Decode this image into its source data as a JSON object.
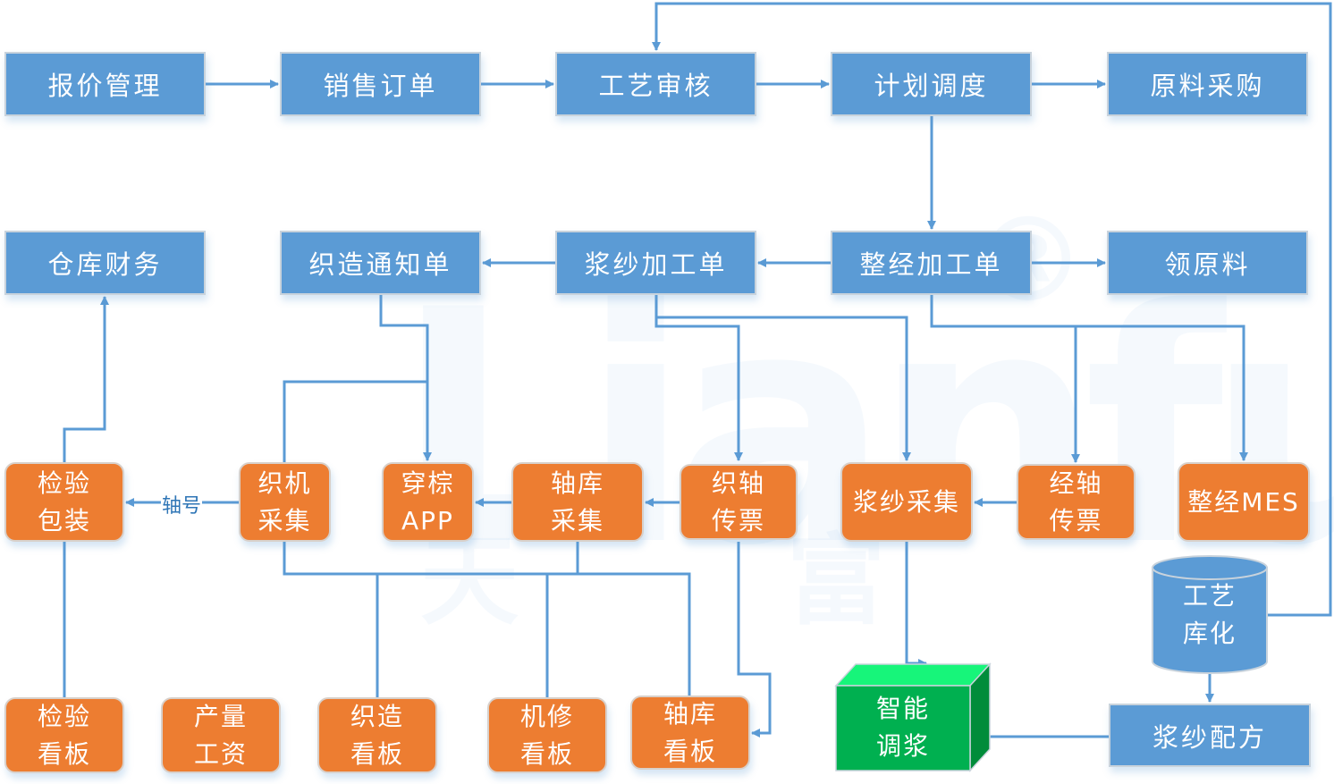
{
  "colors": {
    "process_blue": "#5b9bd5",
    "collection_orange": "#ed7d31",
    "smart_green": "#00b050",
    "connector": "#5b9bd5"
  },
  "watermark": {
    "brand": "Lianfu",
    "registered_mark": "®",
    "chars": [
      "天",
      "富"
    ]
  },
  "nodes": {
    "quote_mgmt": "报价管理",
    "sales_order": "销售订单",
    "process_review": "工艺审核",
    "plan_schedule": "计划调度",
    "material_purchase": "原料采购",
    "warehouse_finance": "仓库财务",
    "weaving_notice": "织造通知单",
    "sizing_order": "浆纱加工单",
    "warping_order": "整经加工单",
    "material_pick": "领原料",
    "inspect_pack": "检验\n包装",
    "loom_collect": "织机\n采集",
    "drawing_in_app": "穿棕\nAPP",
    "beam_store_collect": "轴库\n采集",
    "weave_beam_ticket": "织轴\n传票",
    "sizing_collect": "浆纱采集",
    "warp_beam_ticket": "经轴\n传票",
    "warping_mes": "整经MES",
    "inspect_board": "检验\n看板",
    "output_wage": "产量\n工资",
    "weaving_board": "织造\n看板",
    "repair_board": "机修\n看板",
    "beam_store_board": "轴库\n看板",
    "smart_sizing": "智能\n调浆",
    "process_library": "工艺\n库化",
    "sizing_recipe": "浆纱配方"
  },
  "edge_labels": {
    "beam_number": "轴号"
  },
  "edges": [
    {
      "from": "quote_mgmt",
      "to": "sales_order"
    },
    {
      "from": "sales_order",
      "to": "process_review"
    },
    {
      "from": "process_review",
      "to": "plan_schedule"
    },
    {
      "from": "plan_schedule",
      "to": "material_purchase"
    },
    {
      "from": "plan_schedule",
      "to": "warping_order"
    },
    {
      "from": "warping_order",
      "to": "sizing_order"
    },
    {
      "from": "warping_order",
      "to": "material_pick"
    },
    {
      "from": "sizing_order",
      "to": "weaving_notice"
    },
    {
      "from": "weaving_notice",
      "to": "drawing_in_app"
    },
    {
      "from": "weaving_notice",
      "to": "loom_collect"
    },
    {
      "from": "sizing_order",
      "to": "weave_beam_ticket"
    },
    {
      "from": "sizing_order",
      "to": "sizing_collect"
    },
    {
      "from": "warping_order",
      "to": "warp_beam_ticket"
    },
    {
      "from": "warping_order",
      "to": "warping_mes"
    },
    {
      "from": "loom_collect",
      "to": "inspect_pack",
      "label": "轴号"
    },
    {
      "from": "beam_store_collect",
      "to": "drawing_in_app"
    },
    {
      "from": "weave_beam_ticket",
      "to": "beam_store_collect"
    },
    {
      "from": "warp_beam_ticket",
      "to": "sizing_collect"
    },
    {
      "from": "inspect_pack",
      "to": "warehouse_finance"
    },
    {
      "from": "inspect_pack",
      "to": "inspect_board"
    },
    {
      "from": "loom_collect",
      "to": "weaving_board"
    },
    {
      "from": "beam_store_collect",
      "to": "repair_board"
    },
    {
      "from": "beam_store_collect",
      "to": "beam_store_board"
    },
    {
      "from": "weave_beam_ticket",
      "to": "beam_store_board"
    },
    {
      "from": "sizing_collect",
      "to": "smart_sizing"
    },
    {
      "from": "sizing_recipe",
      "to": "smart_sizing"
    },
    {
      "from": "process_library",
      "to": "sizing_recipe"
    },
    {
      "from": "process_library",
      "to": "process_review"
    }
  ]
}
